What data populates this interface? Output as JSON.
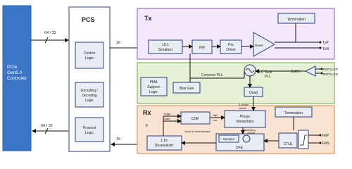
{
  "controller": {
    "label_line1": "PCIe",
    "label_line2": "Gen5.0",
    "label_line3": "Controller"
  },
  "pcs": {
    "title": "PCS",
    "control_logic": [
      "Control",
      "Logic"
    ],
    "encoding_logic": [
      "Encoding /",
      "Decoding",
      "Logic"
    ],
    "protocol_logic": [
      "Protocol",
      "Logic"
    ]
  },
  "bus_labels": {
    "top_in": "64 / 32",
    "bottom_out": "64 / 32",
    "tx_width": "16",
    "rx_width": "16"
  },
  "tx": {
    "title": "Tx",
    "serializer": [
      "16:1",
      "Serializer"
    ],
    "fir": "FIR",
    "pre_driver": [
      "Pre",
      "Driver"
    ],
    "driver": "Driver",
    "termination": "Termination",
    "txp": "TxP",
    "txn": "TxN"
  },
  "pll": {
    "pma_support": [
      "PMA",
      "Support",
      "Logic"
    ],
    "bias_gen": "Bias Gen",
    "common_pll": "Common PLL",
    "lc_tank": [
      "LC Tank",
      "PLL"
    ],
    "quad": "Quad",
    "buffer": "Buffer",
    "refclkp": "REFCLKP",
    "refclkn": "REFCLKN"
  },
  "rx": {
    "title": "Rx",
    "cdr": "CDR",
    "phase_interp": [
      "Phase",
      "Interpolator"
    ],
    "four_phase": [
      "4 phase",
      "clocks"
    ],
    "sampling_clocks": [
      "Sampling",
      "clocks"
    ],
    "deserializer": [
      "1:16",
      "Deserializer"
    ],
    "dfe": "DFE",
    "sampler": "Sampler",
    "ctle": "CTLE",
    "termination": "Termination",
    "rxp": "RxP",
    "rxn": "RxN",
    "edge": "Edge",
    "data": "Data",
    "high": "High",
    "low": "Low",
    "clock_for_deser": "Clock for deserialization",
    "bus8": "8"
  }
}
